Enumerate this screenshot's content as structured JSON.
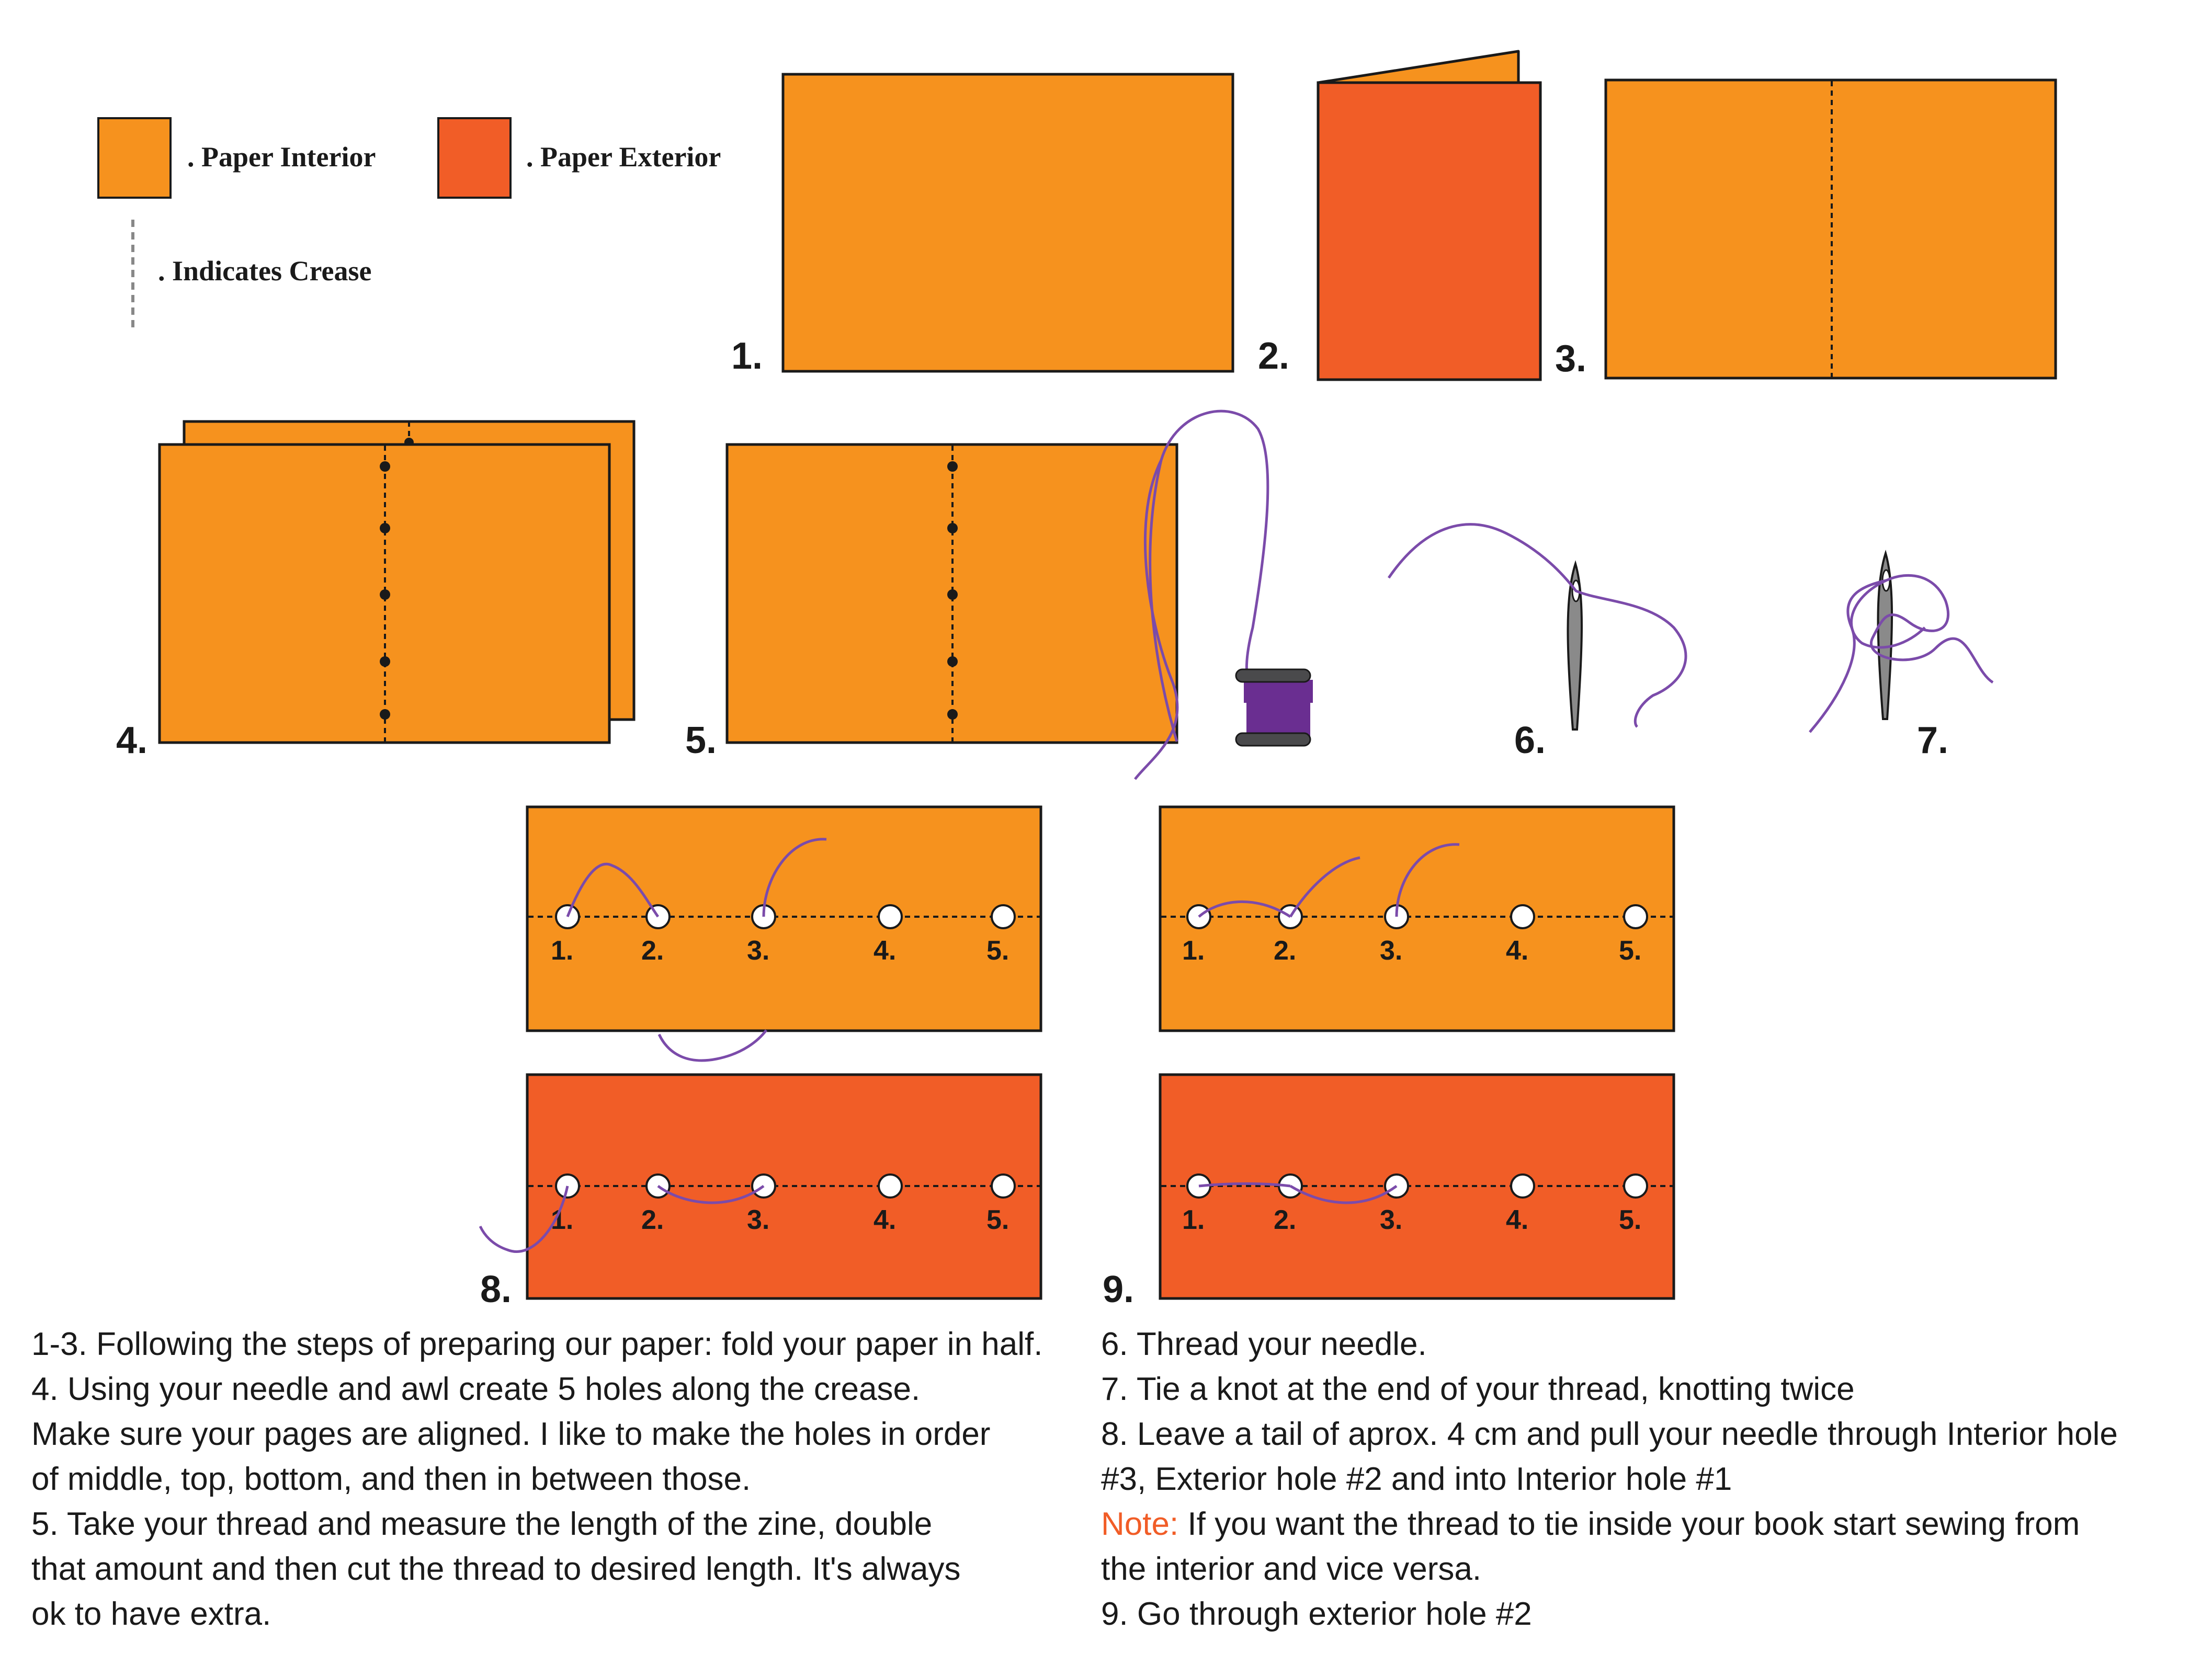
{
  "colors": {
    "paper_interior": "#F6921E",
    "paper_exterior": "#F15D27",
    "thread": "#7B4BAA",
    "spool": "#6A2E91",
    "note": "#F15D27"
  },
  "legend": {
    "interior_label": ". Paper Interior",
    "exterior_label": ". Paper Exterior",
    "crease_label": ". Indicates Crease"
  },
  "steps": {
    "s1": "1.",
    "s2": "2.",
    "s3": "3.",
    "s4": "4.",
    "s5": "5.",
    "s6": "6.",
    "s7": "7.",
    "s8": "8.",
    "s9": "9."
  },
  "hole_labels": [
    "1.",
    "2.",
    "3.",
    "4.",
    "5."
  ],
  "instructions_left": [
    "1-3. Following the steps of preparing our paper: fold your paper in half.",
    "4. Using your needle and awl create 5 holes along the crease.",
    "Make sure your pages are aligned. I like to make the holes in order",
    "of middle, top, bottom, and then in between those.",
    "5. Take your thread and measure the length of the zine, double",
    "that amount and then cut the thread to desired length. It's always",
    "ok to have extra."
  ],
  "instructions_right": {
    "line1": "6. Thread your needle.",
    "line2": "7. Tie a knot at the end of your thread, knotting twice",
    "line3": "8. Leave a tail of aprox. 4 cm and pull your needle through Interior hole",
    "line4": "#3, Exterior hole #2 and into Interior hole #1",
    "note_label": "Note:",
    "note_text": " If you want the thread to tie inside your book start sewing from",
    "line6": "the interior and vice versa.",
    "line7": "9. Go through exterior hole #2"
  }
}
